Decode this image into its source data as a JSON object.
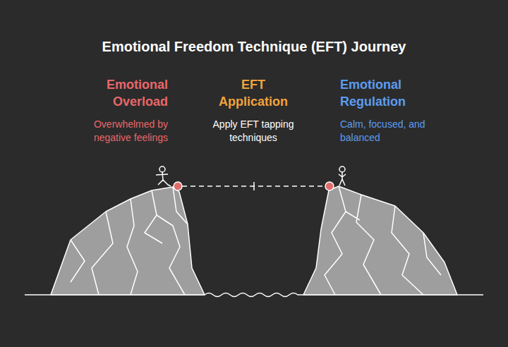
{
  "diagram": {
    "title": "Emotional Freedom Technique (EFT) Journey",
    "labels": [
      "Emotional Overload",
      "Overwhelmed by negative feelings",
      "EFT Application",
      "Apply EFT tapping techniques",
      "Emotional Regulation",
      "Calm, focused, and balanced"
    ]
  }
}
